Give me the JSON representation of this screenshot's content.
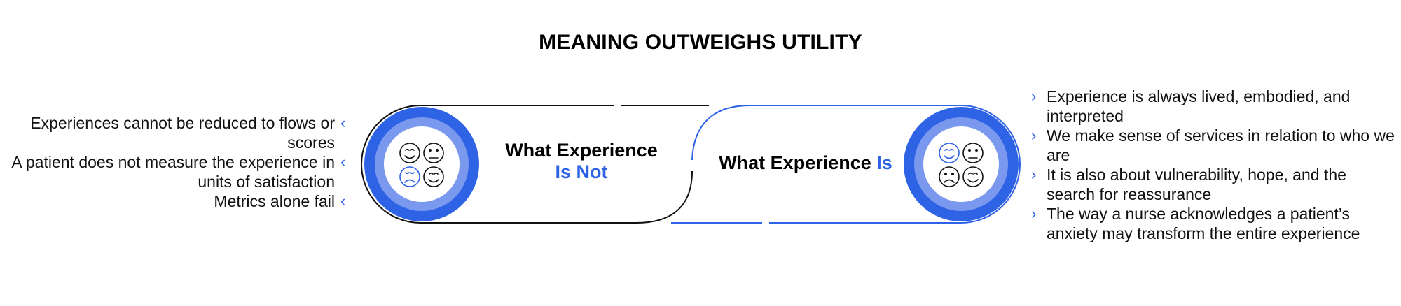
{
  "title": "MEANING OUTWEIGHS UTILITY",
  "left_panel": {
    "label_line1": "What Experience",
    "label_line2": "Is Not",
    "icon": "emotion-faces-icon",
    "points": [
      "Experiences cannot be reduced to flows or scores",
      "A patient does not measure the experience in units of satisfaction",
      "Metrics alone fail"
    ]
  },
  "right_panel": {
    "label_prefix": "What Experience ",
    "label_accent": "Is",
    "icon": "emotion-faces-icon",
    "points": [
      "Experience is always lived, embodied, and interpreted",
      "We make sense of services in relation to who we are",
      "It is also about vulnerability, hope, and the search for reassurance",
      "The way a nurse acknowledges a patient’s anxiety may transform the entire experience"
    ]
  },
  "bullet_icon": "chevron-icon",
  "colors": {
    "accent": "#2f63e6",
    "ring_mid": "#7b98ef",
    "text": "#111111"
  }
}
